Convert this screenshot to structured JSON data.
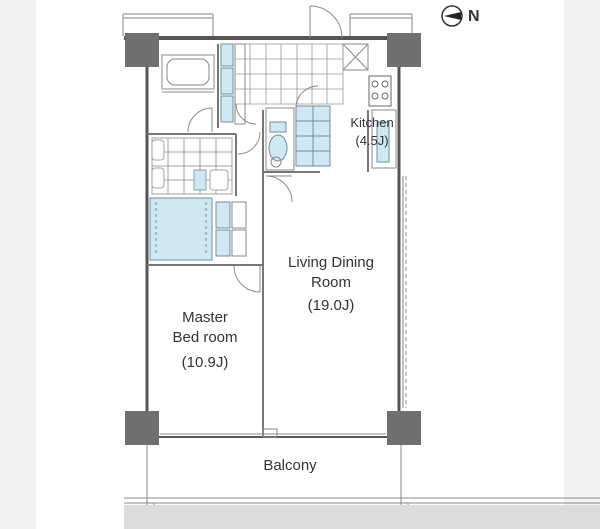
{
  "compass": {
    "north_letter": "N"
  },
  "rooms": {
    "kitchen": {
      "name": "Kitchen",
      "size": "(4.5J)"
    },
    "living": {
      "line1": "Living Dining",
      "line2": "Room",
      "size": "(19.0J)"
    },
    "master": {
      "line1": "Master",
      "line2": "Bed room",
      "size": "(10.9J)"
    },
    "balcony": {
      "name": "Balcony"
    }
  },
  "colors": {
    "wall": "#555555",
    "column": "#6f6f6f",
    "fixture_fill": "#cfe8f2",
    "line": "#8a8a8a",
    "side_band": "#f2f2f2"
  }
}
